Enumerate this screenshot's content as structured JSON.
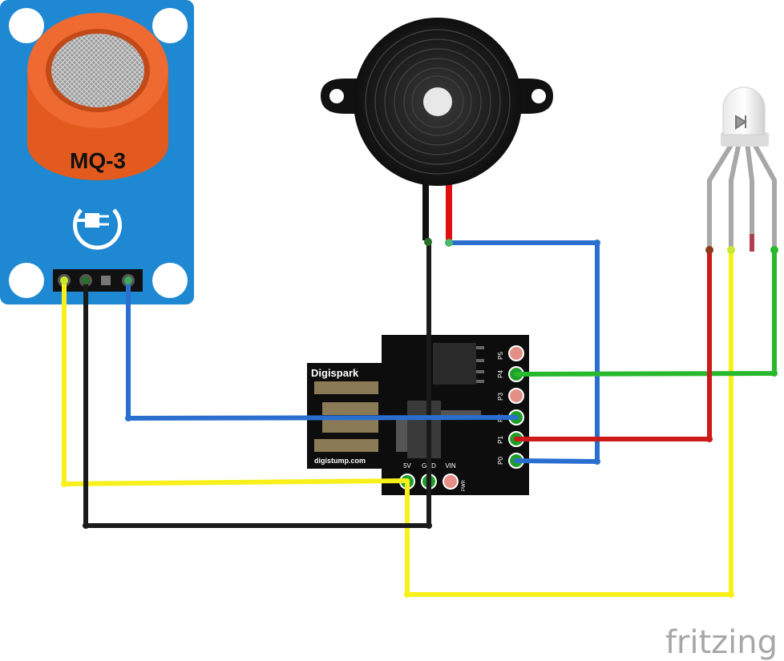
{
  "sensor": {
    "label": "MQ-3",
    "board_color": "#1e88d2",
    "cap_color": "#ef6a30"
  },
  "board": {
    "name": "Digispark",
    "url": "digistump.com",
    "pins_right": [
      "P5",
      "P4",
      "P3",
      "P2",
      "P1",
      "P0"
    ],
    "pins_bottom": [
      "5V",
      "GND",
      "VIN"
    ],
    "pwr_label": "PWR"
  },
  "wire_colors": {
    "yellow": "#f7f01a",
    "black": "#1a1a1a",
    "blue": "#2a6fd0",
    "green": "#27b82c",
    "red": "#cc1a1a"
  },
  "watermark": "fritzing"
}
